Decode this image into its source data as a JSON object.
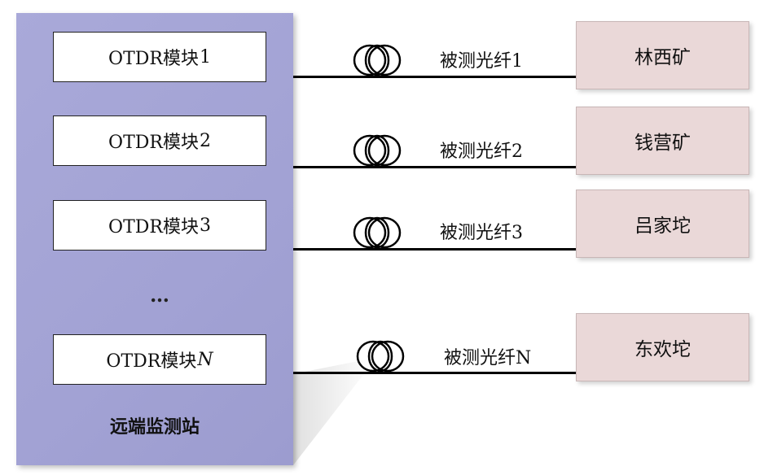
{
  "station": {
    "label": "远端监测站"
  },
  "modules": [
    {
      "prefix": "OTDR模块",
      "num": "1",
      "italic": false
    },
    {
      "prefix": "OTDR模块",
      "num": "2",
      "italic": false
    },
    {
      "prefix": "OTDR模块",
      "num": "3",
      "italic": false
    },
    {
      "prefix": "OTDR模块",
      "num": "N",
      "italic": true
    }
  ],
  "ellipsis": "…",
  "fibers": [
    {
      "label": "被测光纤1"
    },
    {
      "label": "被测光纤2"
    },
    {
      "label": "被测光纤3"
    },
    {
      "label": "被测光纤N"
    }
  ],
  "sites": [
    {
      "label": "林西矿"
    },
    {
      "label": "钱营矿"
    },
    {
      "label": "吕家坨"
    },
    {
      "label": "东欢坨"
    }
  ]
}
